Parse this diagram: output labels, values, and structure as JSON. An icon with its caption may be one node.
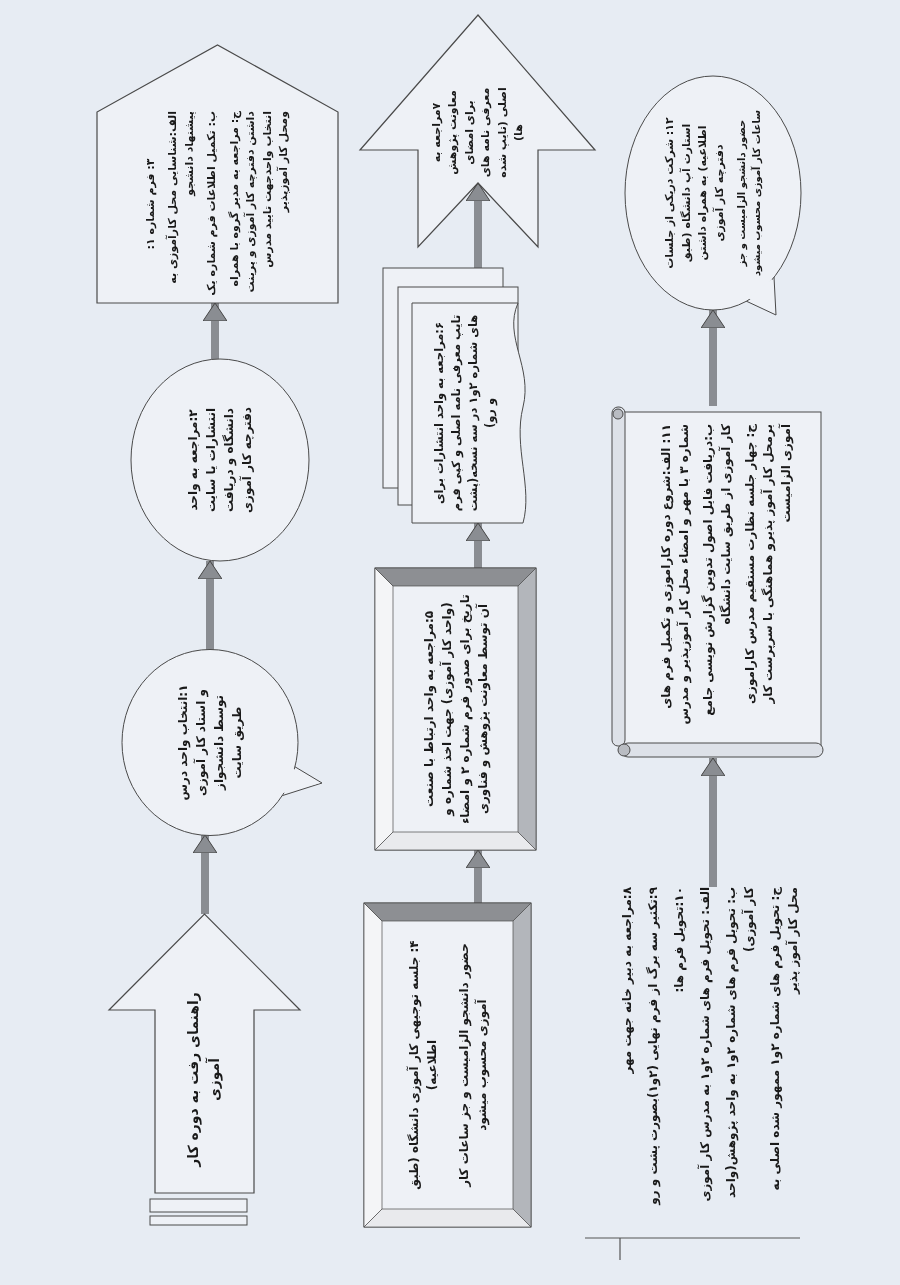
{
  "diagram": {
    "nodes": [
      {
        "text": [
          "راهنمای رفت به دوره کار آموزی"
        ]
      },
      {
        "text": [
          "۱:انتخاب واحد درس و استاد کار آموزی توسط دانشجواز طریق سایت"
        ]
      },
      {
        "text": [
          "۲:مراجعه به واحد انتشارات یا سایت دانشگاه و دریافت دفترچه کار آموزی"
        ]
      },
      {
        "text": [
          "۳: فرم شماره ۱:",
          "الف:شناسایی محل کارآموزی به پیشنهاد دانشجو",
          "ب: تکمیل اطلاعات فرم شماره یک",
          "ج: مراجعه به مدیر گروه با همراه داشتن دفترچه کار آموزی و پرینت انتخاب واحدجهت تایید مدرس ومحل کار آموزپذیر"
        ]
      },
      {
        "text": [
          "۴: جلسه توجیهی کار آموزی دانشگاه (طبق اطلاعیه)",
          "حضور دانشجو الزامیست و جز ساعات کار آموزی محسوب میشود"
        ]
      },
      {
        "text": [
          "۵:مراجعه به واحد ارتباط با صنعت (واحد کار آموزی) جهت اخذ شماره و تاریخ برای صدور فرم شماره ۲ و امضاء آن توسط معاونت پژوهش و فناوری"
        ]
      },
      {
        "text": [
          "۶:مراجعه به واحد انتشارات برای تایپ معرفی نامه اصلی و کپی فرم های شماره ۲و۱ در سه نسخه(پشت و رو)"
        ]
      },
      {
        "text": [
          "۷مراجعه به معاونت پژوهش برای امضای معرفی نامه های اصلی (تایپ شده ها)"
        ]
      },
      {
        "text": [
          "۸:مراجعه به دبیر خانه جهت مهر",
          "۹:تکثیر سه برگ از فرم نهایی (۲و۱)بصورت پشت و رو",
          "۱۰:تحویل فرم ها:",
          "الف: تحویل فرم های شماره ۲و۱ به مدرس کار آموزی",
          "ب: تحویل فرم های شماره ۲و۱ به واحد پژوهش(واحد کار آموزی)",
          "ج: تحویل فرم های شماره ۲و۱ ممهور شده اصلی به محل کار آموز پذیر"
        ]
      },
      {
        "text": [
          "۱۱: الف:شروع دوره کاراموزی و تکمیل فرم های شماره ۳ با مهر و امضاء محل کار آموزپذیر و مدرس",
          "ب:دریافت فایل اصول تدوین گزارش نویسی جامع کار آموزی از طریق سایت دانشگاه",
          "ج: چهار جلسه نظارت مستقیم مدرس کاراموزی برمحل کار آموز پذیرو هماهنگی با سرپرست کار آموزی الزامیست"
        ]
      },
      {
        "text": [
          "۱۲: شرکت دریکی از جلسات استارت آپ دانشگاه (طبق اطلاعیه) به همراه داشتن دفترچه کار آموزی",
          "حضور دانشجو الزامیست و جز ساعات کار آموزی محسوب میشود"
        ]
      }
    ],
    "edges": [
      {
        "from": 0,
        "to": 1,
        "arrow": "to"
      },
      {
        "from": 1,
        "to": 2,
        "arrow": "to"
      },
      {
        "from": 2,
        "to": 3,
        "arrow": "to"
      },
      {
        "from": 4,
        "to": 5,
        "arrow": "to"
      },
      {
        "from": 5,
        "to": 6,
        "arrow": "to"
      },
      {
        "from": 6,
        "to": 7,
        "arrow": "to"
      },
      {
        "from": 8,
        "to": 9,
        "arrow": "to"
      },
      {
        "from": 9,
        "to": 10,
        "arrow": "to"
      }
    ]
  }
}
